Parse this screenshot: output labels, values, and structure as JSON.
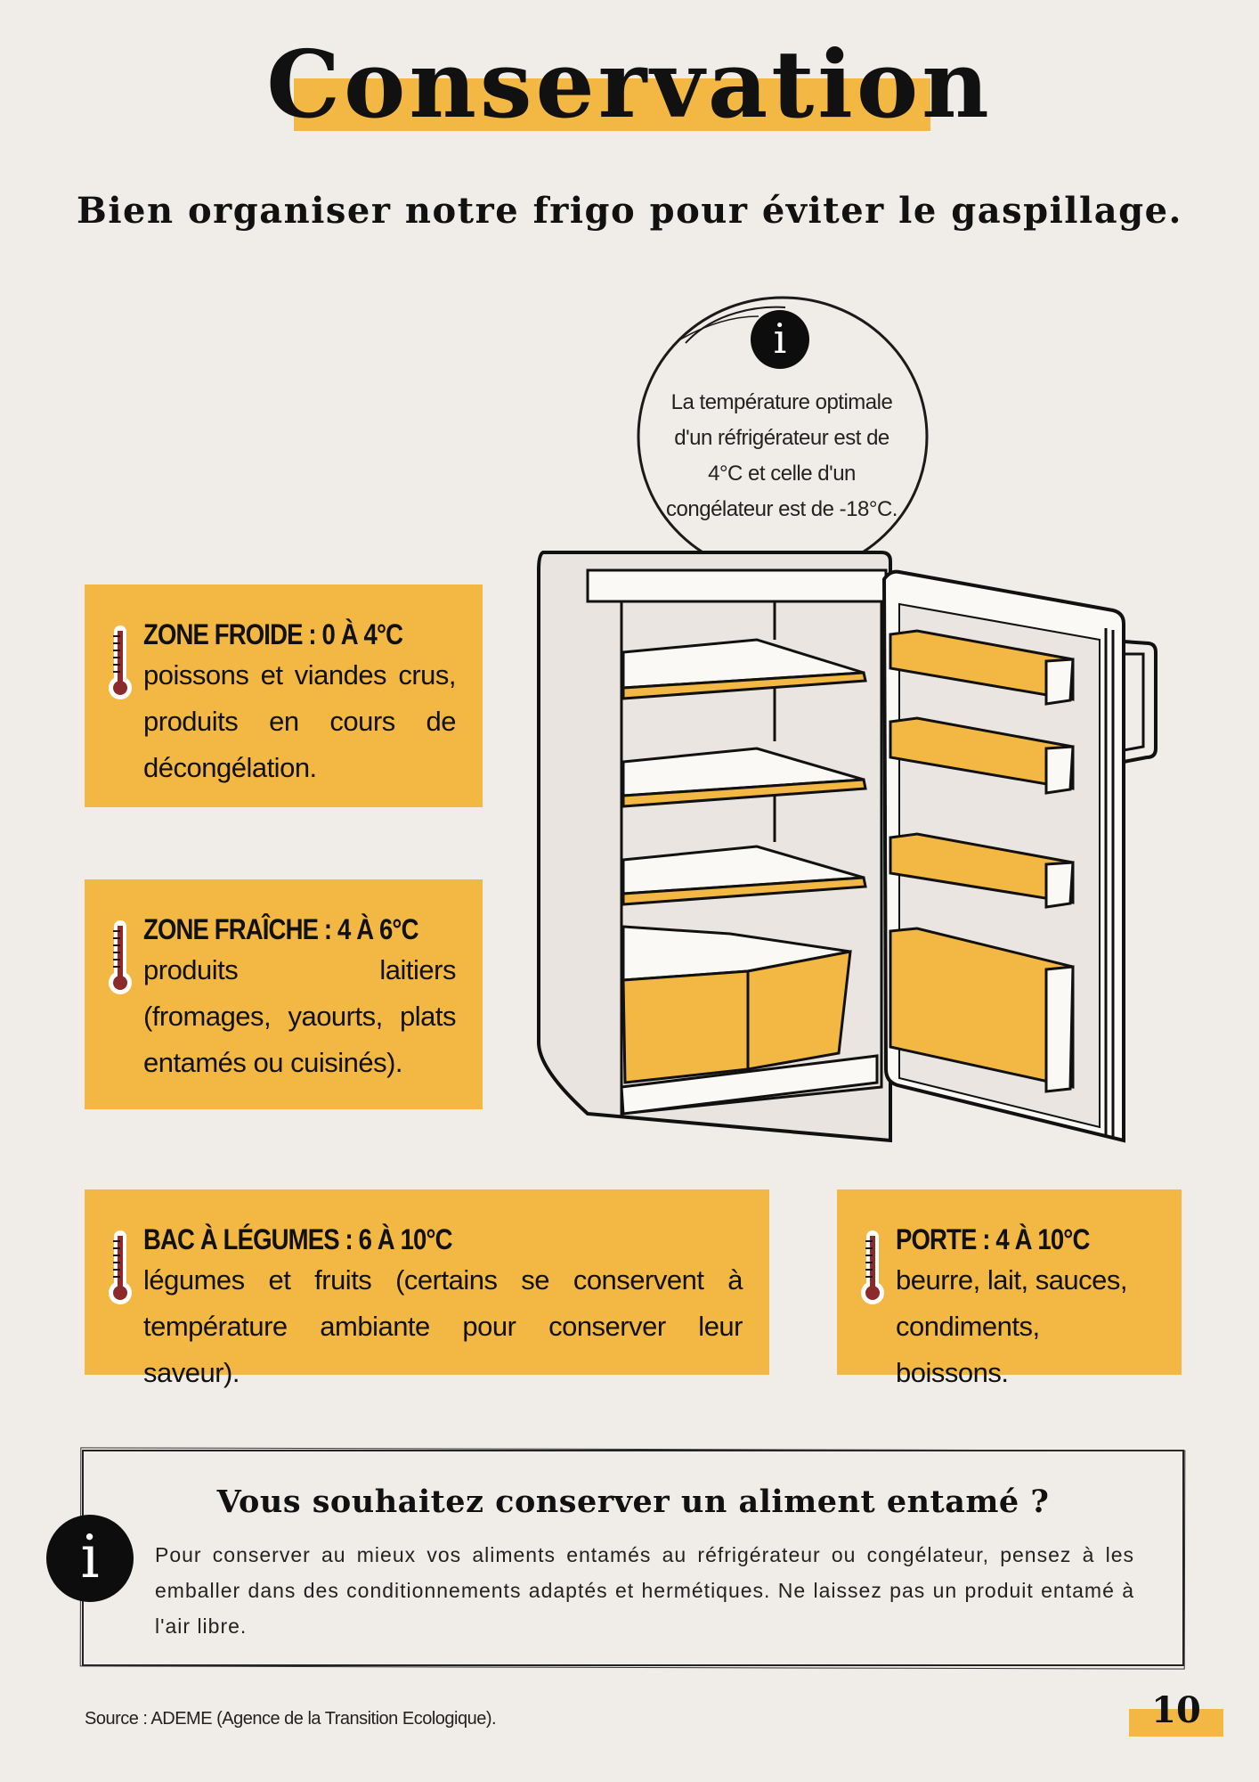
{
  "header": {
    "title": "Conservation",
    "subtitle": "Bien organiser notre frigo pour éviter le gaspillage."
  },
  "bubble": {
    "icon": "i",
    "text": "La température optimale d'un réfrigérateur est de 4°C et celle d'un congélateur est de -18°C."
  },
  "zones": [
    {
      "title": "ZONE FROIDE : 0 À 4°C",
      "text": "poissons et viandes crus, produits en cours de décongélation."
    },
    {
      "title": "ZONE FRAÎCHE : 4 À 6°C",
      "text": "produits laitiers (fromages, yaourts, plats entamés ou cuisinés)."
    },
    {
      "title": "BAC À LÉGUMES : 6 À 10°C",
      "text": "légumes et fruits (certains se conservent à température ambiante pour conserver leur saveur)."
    },
    {
      "title": "PORTE : 4 À 10°C",
      "text": "beurre, lait, sauces, condiments, boissons."
    }
  ],
  "info": {
    "icon": "i",
    "title": "Vous souhaitez conserver un aliment entamé ?",
    "text": "Pour conserver au mieux vos aliments entamés au réfrigérateur ou congélateur, pensez à les emballer dans des conditionnements adaptés et hermétiques. Ne laissez pas un produit entamé à l'air libre."
  },
  "footer": {
    "source": "Source : ADEME (Agence de la Transition Ecologique).",
    "page_number": "10"
  },
  "colors": {
    "accent": "#f2b843",
    "background": "#f0ece8",
    "thermometer": "#8b2a2a"
  },
  "icons": [
    "thermometer-icon",
    "info-icon",
    "fridge-illustration"
  ]
}
